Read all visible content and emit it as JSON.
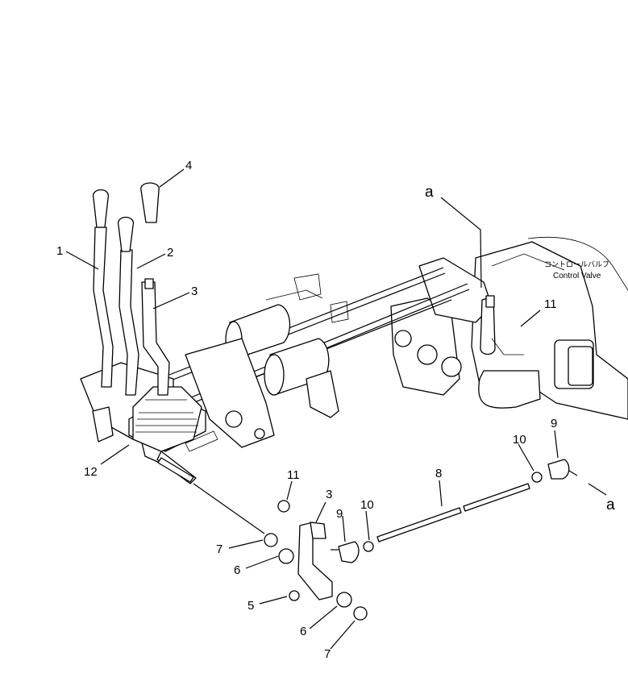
{
  "callouts": {
    "c1": "1",
    "c2": "2",
    "c3_lever": "3",
    "c4": "4",
    "c11_valve": "11",
    "c12": "12",
    "c11_nut": "11",
    "c3_arm": "3",
    "c9_lower": "9",
    "c10_lower": "10",
    "c8": "8",
    "c10_right": "10",
    "c9_right": "9",
    "c7_upper": "7",
    "c6_upper": "6",
    "c5": "5",
    "c6_lower": "6",
    "c7_lower": "7"
  },
  "refs": {
    "a_top": "a",
    "a_right": "a"
  },
  "valve_label": {
    "jp": "コントロールバルブ",
    "en": "Control Valve"
  }
}
